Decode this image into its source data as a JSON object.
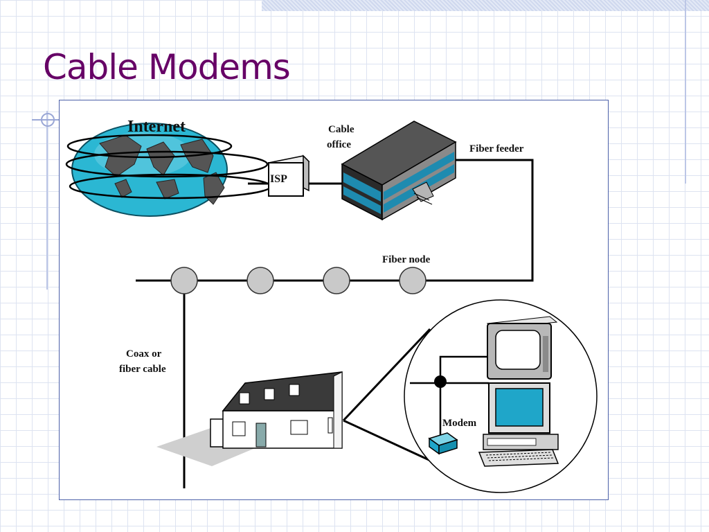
{
  "slide": {
    "title": "Cable Modems"
  },
  "diagram": {
    "internet_label": "Internet",
    "isp_label": "ISP",
    "cable_office_label_line1": "Cable",
    "cable_office_label_line2": "office",
    "fiber_feeder_label": "Fiber feeder",
    "fiber_node_label": "Fiber node",
    "coax_label_line1": "Coax or",
    "coax_label_line2": "fiber cable",
    "modem_label": "Modem"
  },
  "colors": {
    "title": "#660066",
    "grid": "#dde3f1",
    "frame_border": "#4b5fa8",
    "globe": "#2bb7d3",
    "building_glass": "#1e8bb0",
    "screen": "#1fa6c9"
  },
  "icons": [
    "globe-icon",
    "isp-box",
    "cable-office-building",
    "house-icon",
    "tv-icon",
    "computer-icon",
    "modem-icon"
  ]
}
